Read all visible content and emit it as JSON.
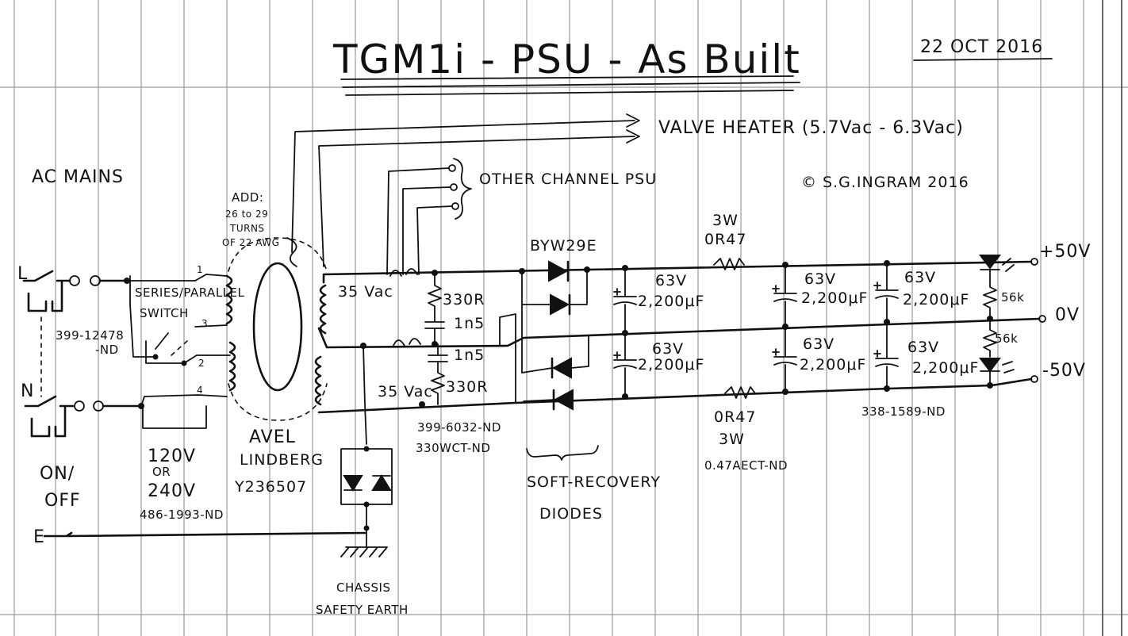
{
  "title": "TGM1i - PSU - As Built",
  "date": "22 OCT 2016",
  "copyright": "© S.G.INGRAM 2016",
  "mains": {
    "heading": "AC MAINS",
    "live": "L",
    "neutral": "N",
    "earth": "E",
    "switch_label": "ON/ OFF",
    "switch_part": "399-12478-ND",
    "switch_part_line1": "399-12478",
    "switch_part_line2": "-ND"
  },
  "selector": {
    "label_line1": "SERIES/PARALLEL",
    "label_line2": "SWITCH",
    "pins": [
      "1",
      "2",
      "3",
      "4"
    ],
    "voltage_line1": "120V",
    "voltage_line2": "OR",
    "voltage_line3": "240V",
    "part": "486-1993-ND"
  },
  "transformer": {
    "add_note_line1": "ADD:",
    "add_note_line2": "26 to 29",
    "add_note_line3": "TURNS",
    "add_note_line4": "OF 22 AWG",
    "maker_line1": "AVEL",
    "maker_line2": "LINDBERG",
    "part": "Y236507",
    "secondary_top": "35 Vac",
    "secondary_bottom": "35 Vac"
  },
  "heater": "VALVE HEATER (5.7Vac - 6.3Vac)",
  "other_channel": "OTHER CHANNEL PSU",
  "snubber": {
    "r_top": "330R",
    "c_top": "1n5",
    "c_bottom": "1n5",
    "r_bottom": "330R",
    "part_r": "399-6032-ND",
    "part_c": "330WCT-ND"
  },
  "rectifier": {
    "diode_type": "BYW29E",
    "note_line1": "SOFT-RECOVERY",
    "note_line2": "DIODES"
  },
  "capacitors": {
    "voltage": "63V",
    "value": "2,200μF",
    "part": "338-1589-ND"
  },
  "resistors": {
    "top_power": "3W",
    "top_value": "0R47",
    "bottom_value": "0R47",
    "bottom_power": "3W",
    "part": "0.47AECT-ND",
    "bleeder_top": "56k",
    "bleeder_bottom": "56k"
  },
  "outputs": {
    "positive": "+50V",
    "zero": "0V",
    "negative": "-50V"
  },
  "earth": {
    "label_line1": "CHASSIS",
    "label_line2": "SAFETY EARTH"
  }
}
